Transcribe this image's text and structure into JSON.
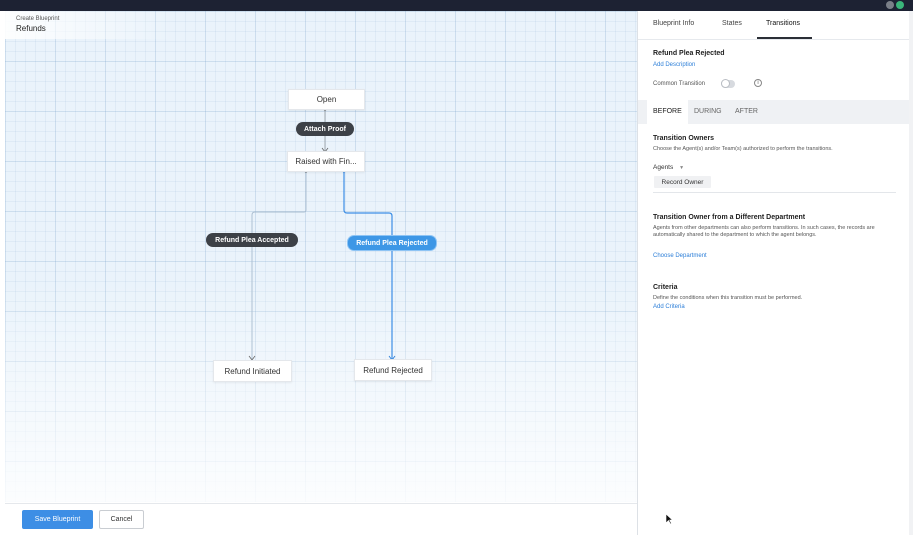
{
  "canvas": {
    "breadcrumb": "Create Blueprint",
    "title": "Refunds",
    "states": {
      "open": "Open",
      "raised": "Raised with Fin...",
      "refund_initiated": "Refund Initiated",
      "refund_rejected": "Refund Rejected"
    },
    "transitions": {
      "attach_proof": "Attach Proof",
      "plea_accepted": "Refund Plea Accepted",
      "plea_rejected": "Refund Plea Rejected"
    }
  },
  "footer": {
    "save_label": "Save Blueprint",
    "cancel_label": "Cancel"
  },
  "panel": {
    "tabs": [
      "Blueprint Info",
      "States",
      "Transitions"
    ],
    "active_tab": "Transitions",
    "transition_name": "Refund Plea Rejected",
    "add_description": "Add Description",
    "common_transition_label": "Common Transition",
    "common_transition_enabled": false,
    "subtabs": [
      "BEFORE",
      "DURING",
      "AFTER"
    ],
    "active_subtab": "BEFORE",
    "owners": {
      "title": "Transition Owners",
      "desc": "Choose the Agent(s) and/or Team(s) authorized to perform the transitions.",
      "agents_label": "Agents",
      "selected": "Record Owner"
    },
    "other_dept": {
      "title": "Transition Owner from a Different Department",
      "desc": "Agents from other departments can also perform transitions. In such cases, the records are automatically shared to the department to which the agent belongs.",
      "link": "Choose Department"
    },
    "criteria": {
      "title": "Criteria",
      "desc": "Define the conditions when this transition must be performed.",
      "link": "Add Criteria"
    }
  },
  "colors": {
    "accent_blue": "#3d97e6",
    "dark_pill": "#3d4147",
    "topbar": "#1d2233"
  },
  "icons": [
    "info-icon",
    "chevron-down-icon",
    "cursor-icon"
  ]
}
